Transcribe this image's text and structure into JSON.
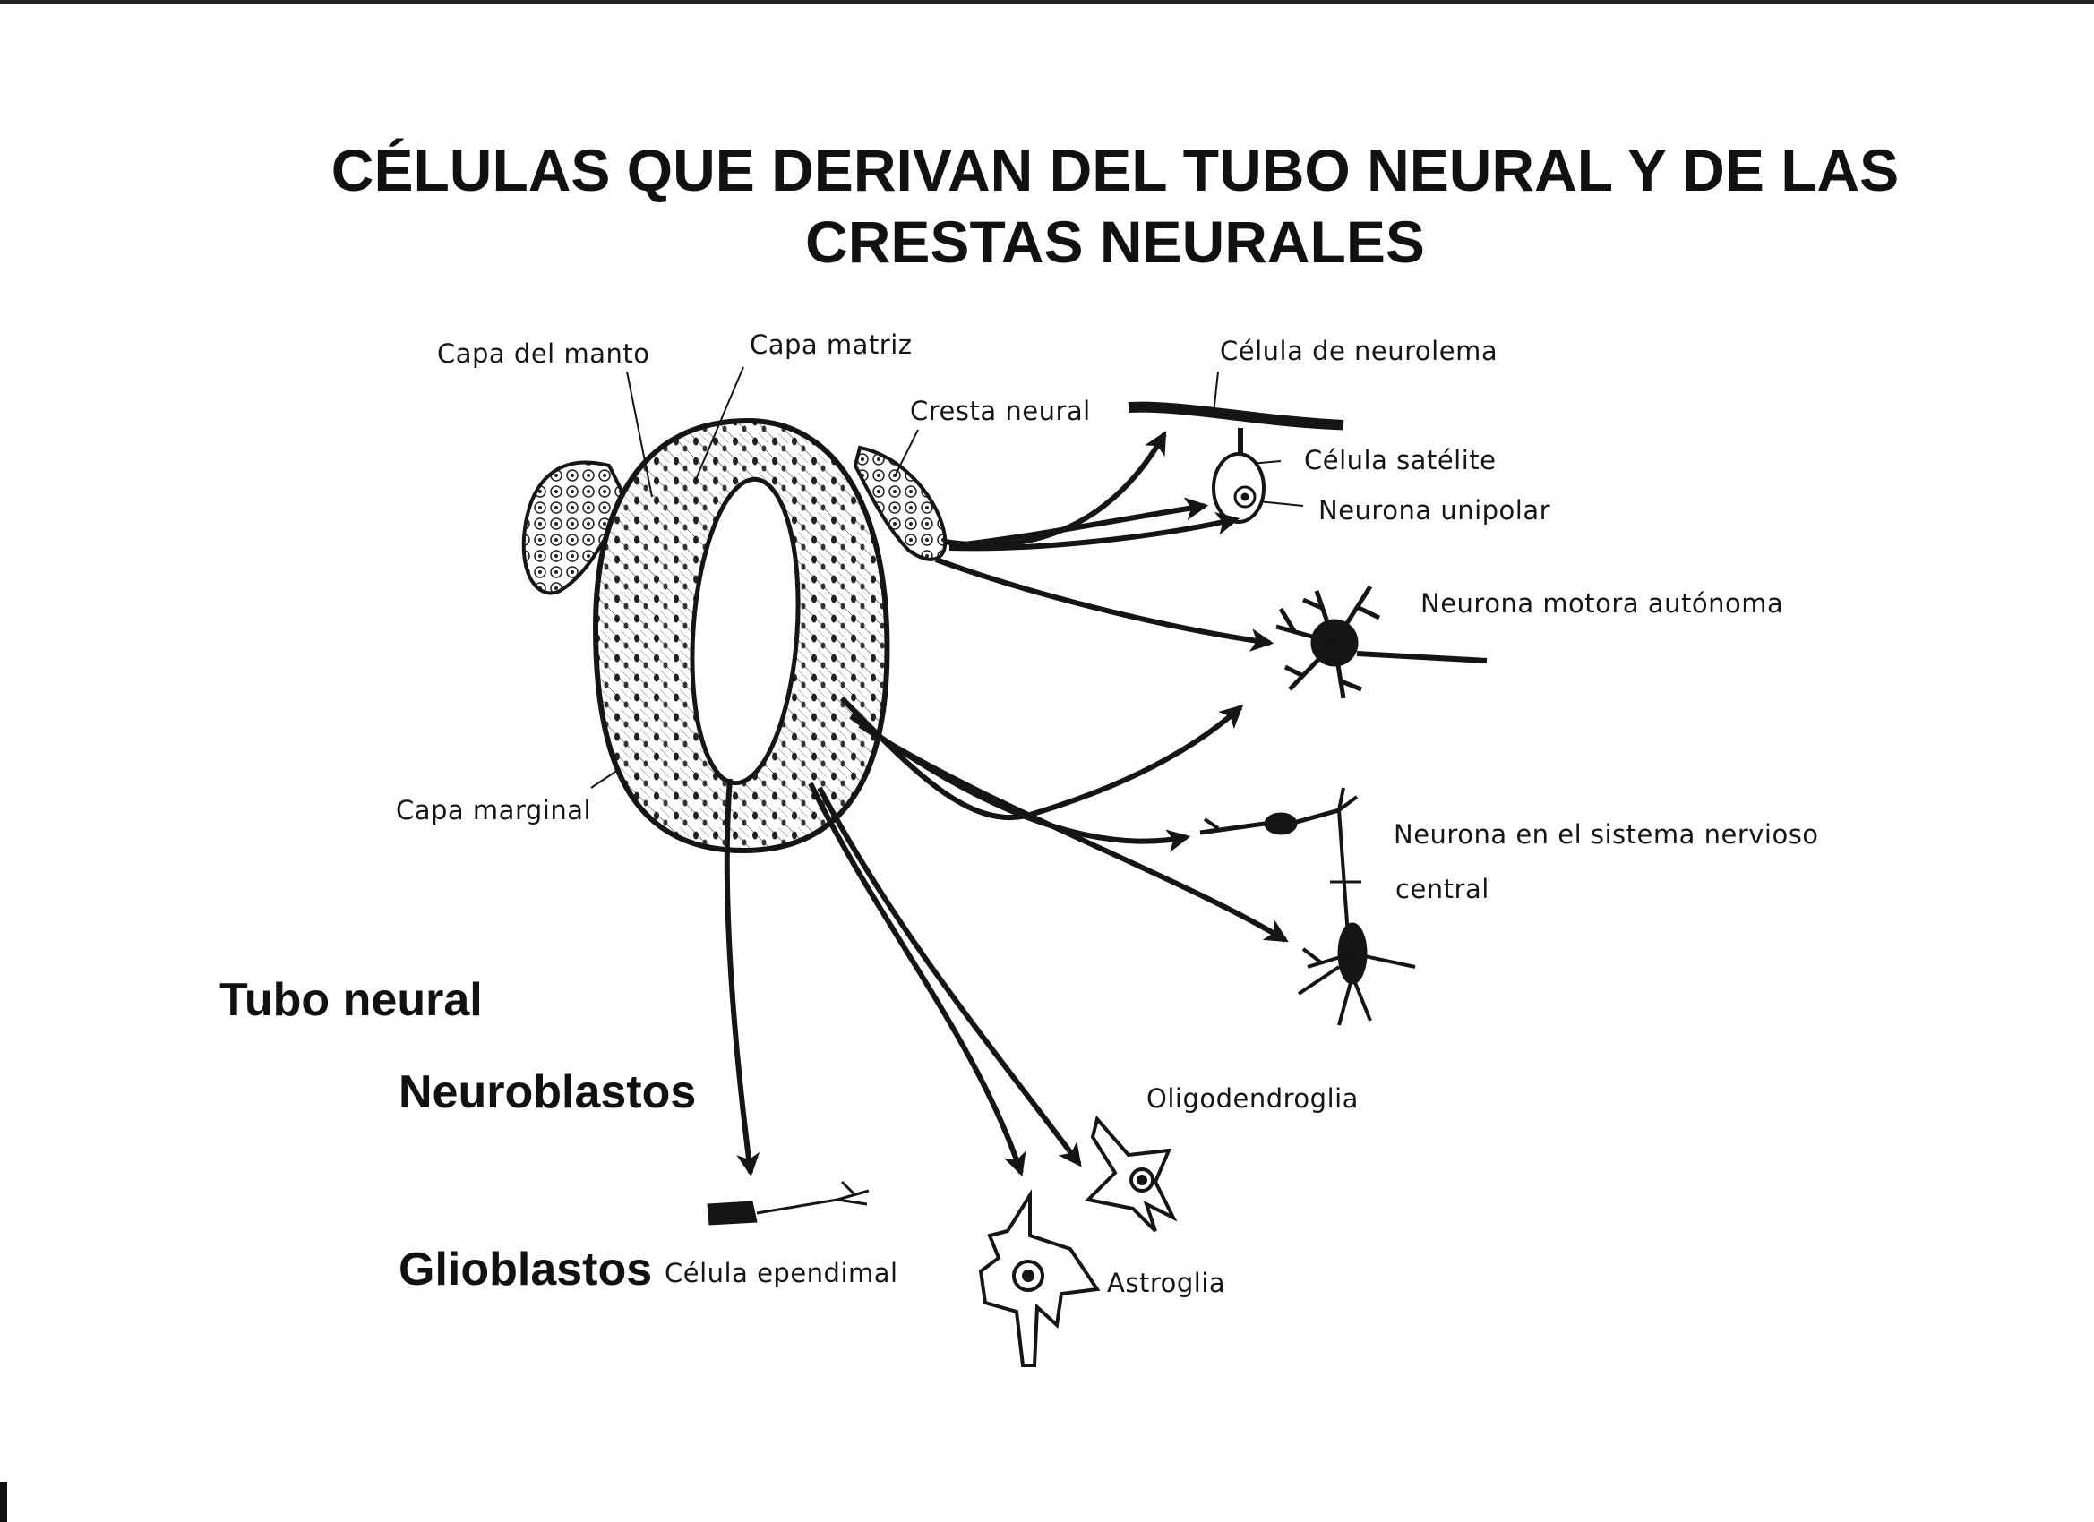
{
  "title": {
    "line1": "CÉLULAS QUE DERIVAN DEL TUBO NEURAL Y DE LAS",
    "line2": "CRESTAS NEURALES"
  },
  "labels": {
    "capa_manto": "Capa del manto",
    "capa_matriz": "Capa matriz",
    "cresta_neural": "Cresta neural",
    "neurolema": "Célula de neurolema",
    "satelite": "Célula satélite",
    "unipolar": "Neurona unipolar",
    "motora": "Neurona motora autónoma",
    "capa_marginal": "Capa marginal",
    "snc_line1": "Neurona en el sistema nervioso",
    "snc_line2": "central",
    "oligodendroglia": "Oligodendroglia",
    "astroglia": "Astroglia",
    "ependimal": "Célula ependimal"
  },
  "headings": {
    "tubo_neural": "Tubo neural",
    "neuroblastos": "Neuroblastos",
    "glioblastos": "Glioblastos"
  },
  "colors": {
    "ink": "#151515",
    "paper": "#ffffff"
  }
}
